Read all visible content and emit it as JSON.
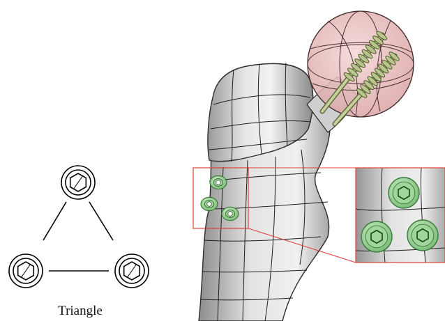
{
  "caption": "Triangle",
  "colors": {
    "screw_head": "#8ed08a",
    "screw_head_edge": "#3f7a3f",
    "bone": "#d6d6d6",
    "bone_edge": "#2b2b2b",
    "femoral_head": "#e9bfbf",
    "callout": "#e0403a",
    "schematic": "#000000"
  },
  "figure": {
    "layout": "triangle",
    "screw_count": 3,
    "femoral_neck_screws": 2
  }
}
